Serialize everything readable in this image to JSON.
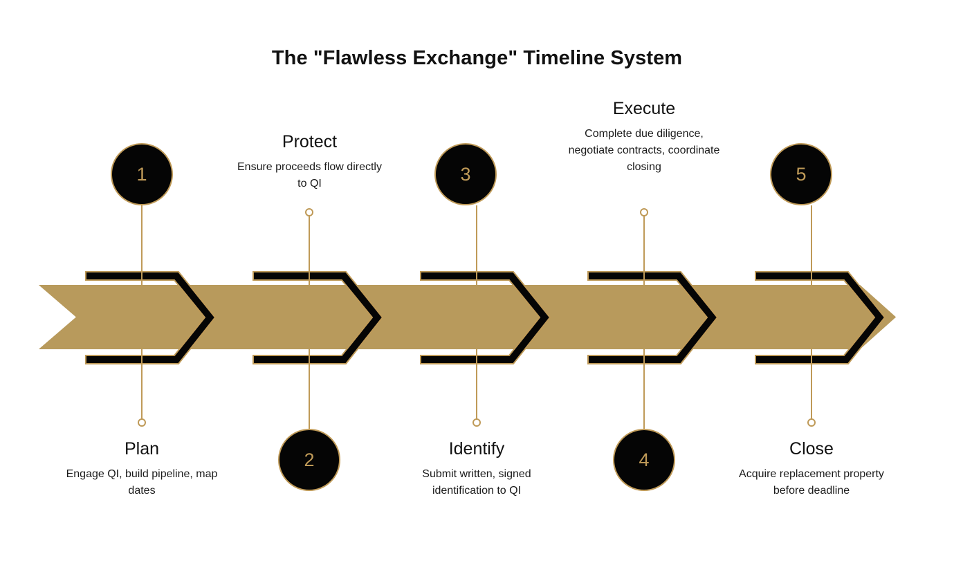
{
  "title": "The \"Flawless Exchange\" Timeline System",
  "colors": {
    "gold": "#b89a5c",
    "gold_stroke": "#bf9a58",
    "black": "#050505",
    "text": "#111111",
    "background": "#ffffff"
  },
  "steps": [
    {
      "number": "1",
      "title": "Plan",
      "description": "Engage QI, build pipeline, map dates",
      "position": "below",
      "circle_position": "above"
    },
    {
      "number": "2",
      "title": "Protect",
      "description": "Ensure proceeds flow directly to QI",
      "position": "above",
      "circle_position": "below"
    },
    {
      "number": "3",
      "title": "Identify",
      "description": "Submit written, signed identification to QI",
      "position": "below",
      "circle_position": "above"
    },
    {
      "number": "4",
      "title": "Execute",
      "description": "Complete due diligence, negotiate contracts, coordinate closing",
      "position": "above",
      "circle_position": "below"
    },
    {
      "number": "5",
      "title": "Close",
      "description": "Acquire replacement property before deadline",
      "position": "below",
      "circle_position": "above"
    }
  ]
}
